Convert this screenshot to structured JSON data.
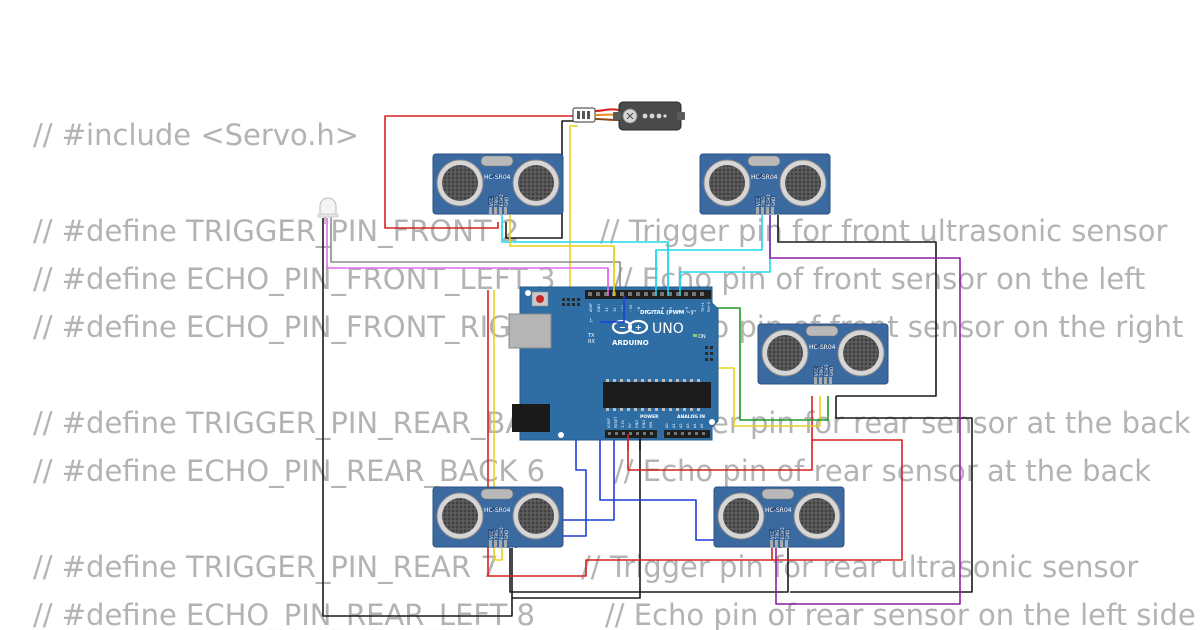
{
  "code_lines": [
    {
      "directive": "// #include <Servo.h>",
      "comment": ""
    },
    {
      "directive": "// #define TRIGGER_PIN_FRONT 2",
      "comment": "// Trigger pin for front ultrasonic sensor"
    },
    {
      "directive": "// #define ECHO_PIN_FRONT_LEFT 3",
      "comment": "// Echo pin of front sensor on the left"
    },
    {
      "directive": "// #define ECHO_PIN_FRONT_RIGHT 4",
      "comment": "// Echo pin of front sensor on the right"
    },
    {
      "directive": "// #define TRIGGER_PIN_REAR_BACK 5",
      "comment": "// Trigger pin for rear sensor at the back"
    },
    {
      "directive": "// #define ECHO_PIN_REAR_BACK 6",
      "comment": "// Echo pin of rear sensor at the back"
    },
    {
      "directive": "// #define TRIGGER_PIN_REAR 7",
      "comment": "// Trigger pin for rear ultrasonic sensor"
    },
    {
      "directive": "// #define ECHO_PIN_REAR_LEFT 8",
      "comment": "// Echo pin of rear sensor on the left side"
    }
  ],
  "arduino": {
    "logo": "UNO",
    "brand": "ARDUINO",
    "digital_header": "DIGITAL (PWM ~)",
    "power_header": "POWER",
    "analog_header": "ANALOG IN",
    "on_label": "ON",
    "tx_label": "TX",
    "rx_label": "RX",
    "l_label": "L",
    "aref": "AREF",
    "gnd": "GND",
    "digital_pins": [
      "13",
      "12",
      "~11",
      "~10",
      "~9",
      "8",
      "7",
      "~6",
      "~5",
      "4",
      "~3",
      "2",
      "TX→1",
      "RX←0"
    ],
    "power_pins": [
      "IOREF",
      "RESET",
      "3.3V",
      "5V",
      "GND",
      "GND",
      "VIN"
    ],
    "analog_pins": [
      "A0",
      "A1",
      "A2",
      "A3",
      "A4",
      "A5"
    ]
  },
  "sensor_model": "HC-SR04",
  "sensor_pins": [
    "VCC",
    "TRIG",
    "ECHO",
    "GND"
  ],
  "colors": {
    "board": "#2f6ea5",
    "sensor": "#3b6aa0",
    "code_text": "#b3b3b3",
    "wire_red": "#d62020",
    "wire_black": "#1a1a1a",
    "wire_cyan": "#20d8e8",
    "wire_magenta": "#e36bf0",
    "wire_yellow": "#e8d020",
    "wire_green": "#1f9a2a",
    "wire_blue": "#1c3fd8",
    "wire_purple": "#8a1fa8",
    "wire_gray": "#8a8a8a"
  }
}
